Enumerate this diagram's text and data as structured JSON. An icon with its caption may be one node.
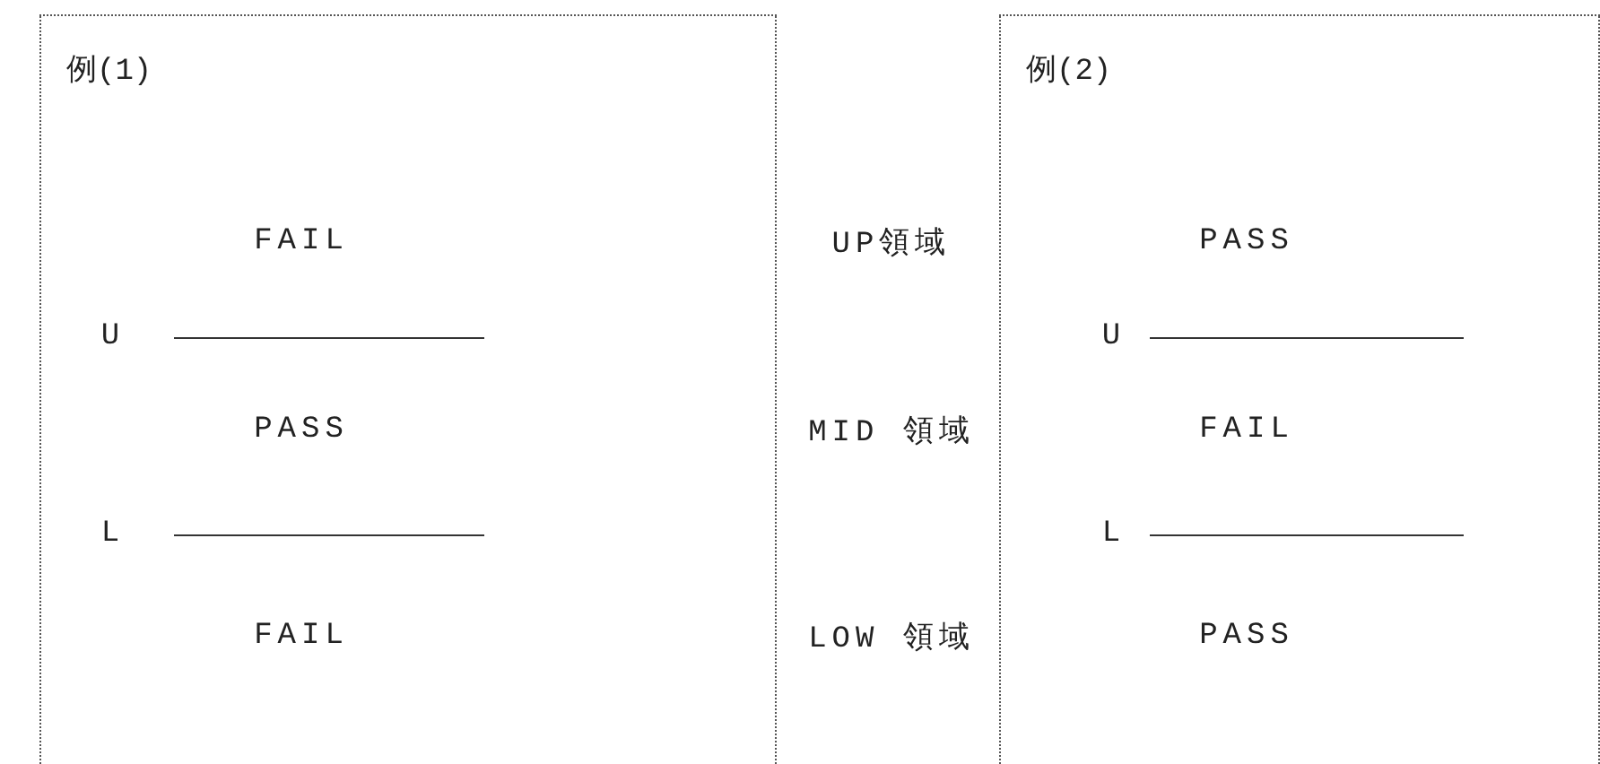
{
  "diagram": {
    "nodes": [
      {
        "text": [
          "例(1)"
        ]
      },
      {
        "text": [
          "例(2)"
        ]
      }
    ],
    "labels": [
      "FAIL",
      "UP領域",
      "PASS",
      "U",
      "U",
      "PASS",
      "MID 領域",
      "FAIL",
      "L",
      "L",
      "FAIL",
      "LOW 領域",
      "PASS"
    ]
  }
}
